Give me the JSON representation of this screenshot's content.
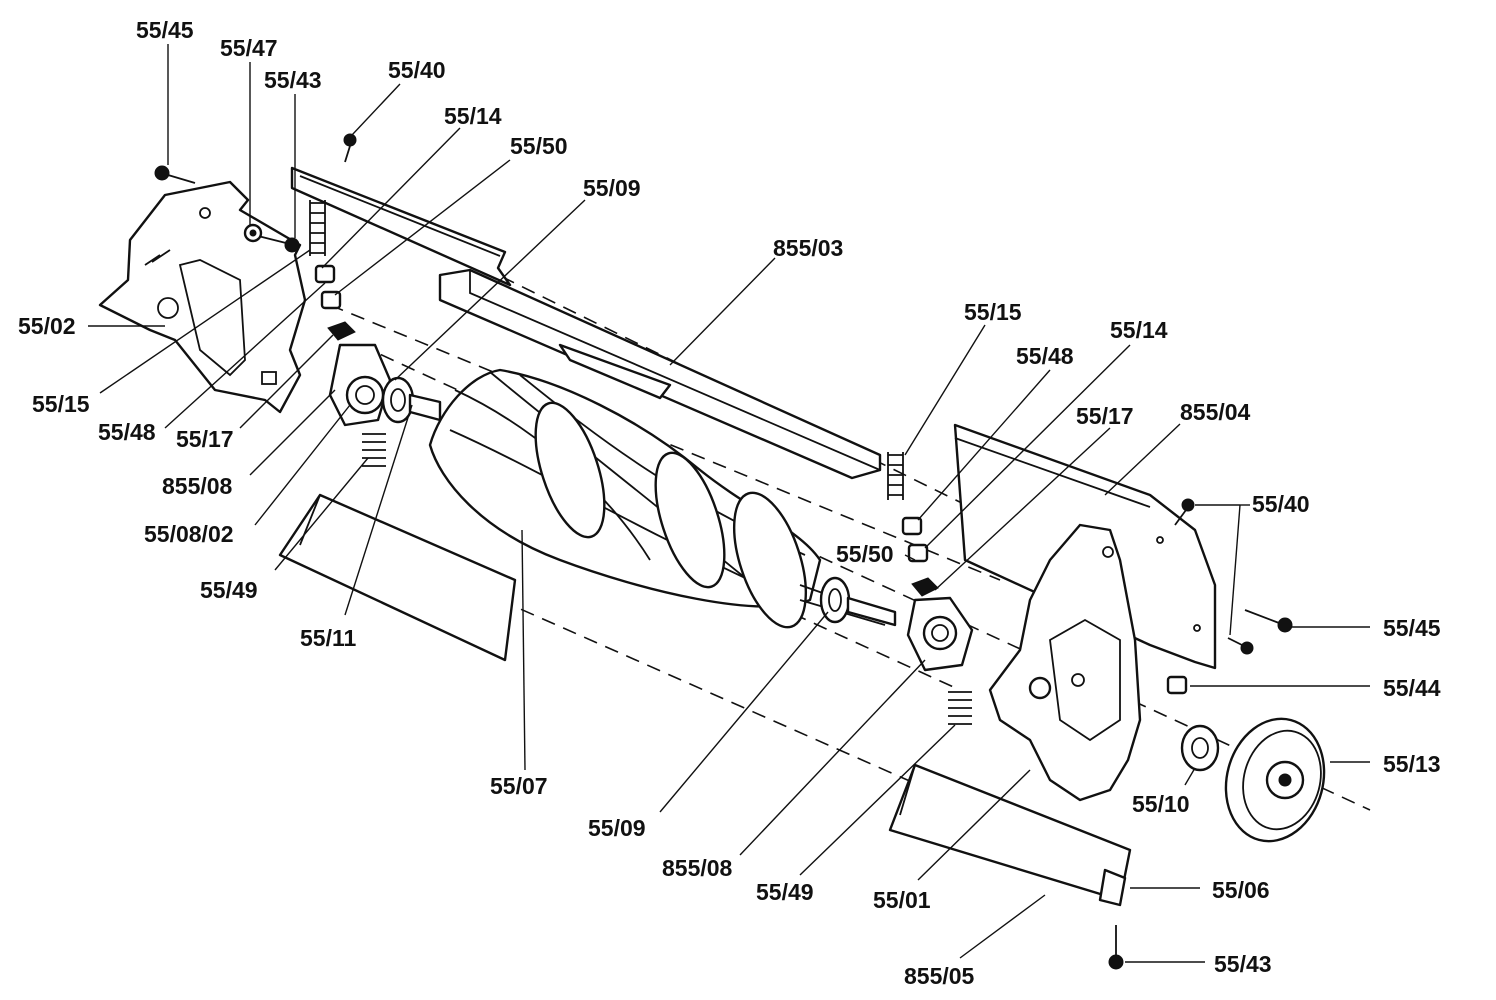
{
  "callouts": {
    "c5545_top": "55/45",
    "c5547": "55/47",
    "c5543_top": "55/43",
    "c5540_top": "55/40",
    "c5514_left": "55/14",
    "c5550_left": "55/50",
    "c5509_top": "55/09",
    "c85503": "855/03",
    "c5502": "55/02",
    "c5515_left": "55/15",
    "c5548_left": "55/48",
    "c5517_left": "55/17",
    "c85508_left": "855/08",
    "c550802": "55/08/02",
    "c5549_left": "55/49",
    "c5511": "55/11",
    "c5507": "55/07",
    "c5509_bottom": "55/09",
    "c85508_bottom": "855/08",
    "c5549_bottom": "55/49",
    "c5501": "55/01",
    "c85505": "855/05",
    "c5515_right": "55/15",
    "c5548_right": "55/48",
    "c5514_right": "55/14",
    "c5517_right": "55/17",
    "c85504": "855/04",
    "c5550_right": "55/50",
    "c5540_right": "55/40",
    "c5545_right": "55/45",
    "c5544": "55/44",
    "c5513": "55/13",
    "c5510": "55/10",
    "c5506": "55/06",
    "c5543_bottom": "55/43"
  },
  "icons": {
    "bolt": "bolt-icon",
    "nut": "nut-icon",
    "spring": "spring-icon",
    "washer": "washer-icon"
  }
}
